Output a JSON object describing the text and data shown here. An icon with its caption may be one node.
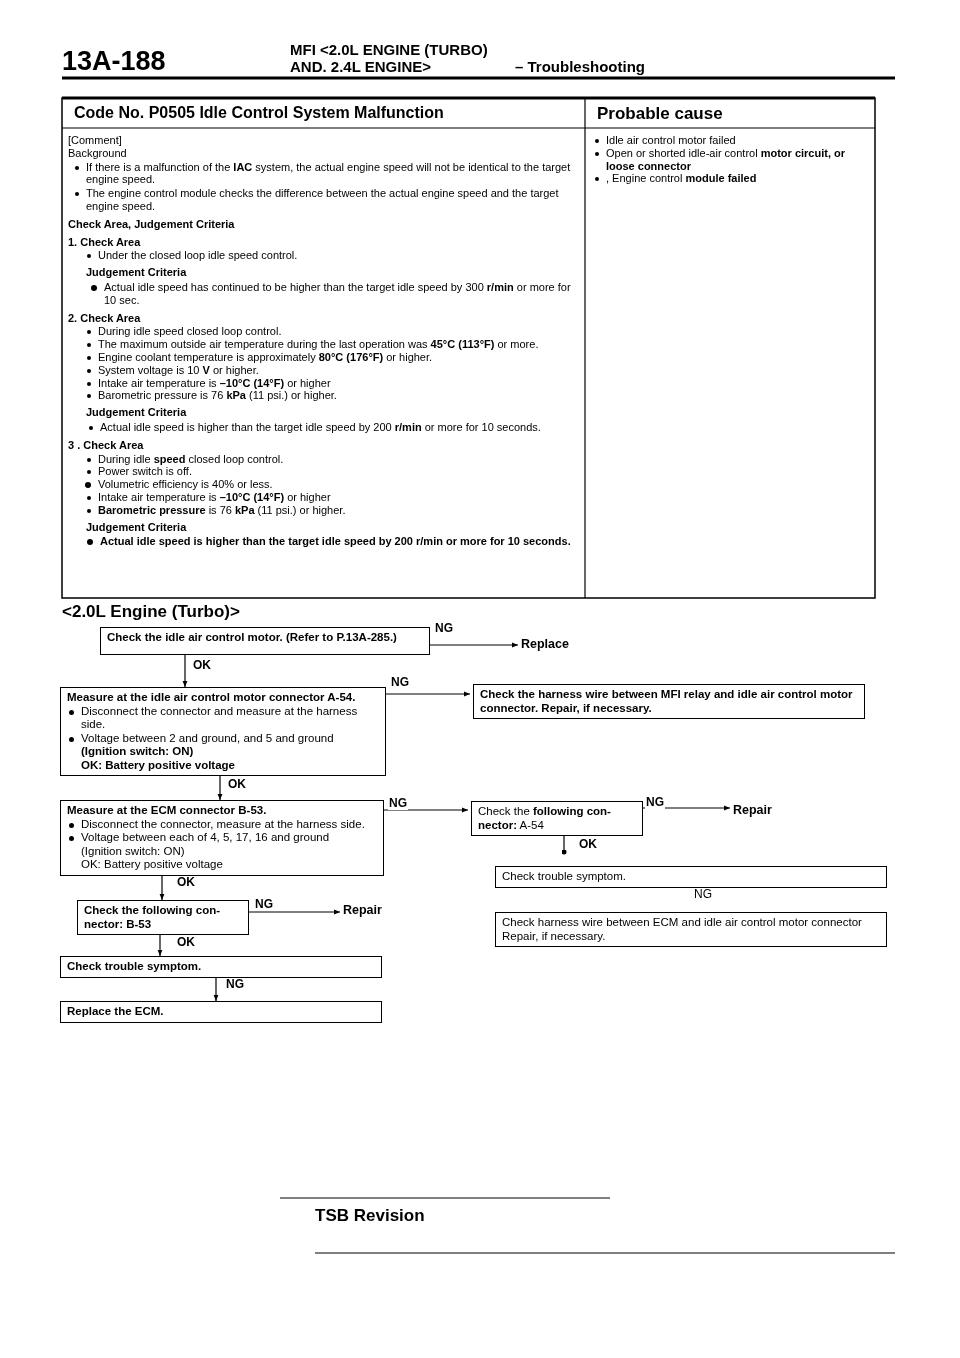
{
  "diagram": {
    "nodes": [
      {
        "text": [
          "Check the idle air control motor. (Refer to P.13A-285.)"
        ]
      },
      {
        "text": [
          "Replace"
        ]
      },
      {
        "text": [
          "Measure at the idle air control motor connector A-54.",
          "Disconnect the connector and measure at the harness side.",
          "Voltage between 2 and ground, and 5 and ground",
          "(Ignition switch: ON)",
          "OK: Battery positive voltage"
        ]
      },
      {
        "text": [
          "Check the harness wire between MFI relay and idle air control motor connector. Repair, if necessary."
        ]
      },
      {
        "text": [
          "Measure at the ECM connector B-53.",
          "Disconnect the connector, measure at the harness side.",
          "Voltage between each of 4, 5, 17, 16 and ground",
          "(Ignition switch: ON)",
          "OK: Battery positive voltage"
        ]
      },
      {
        "text": [
          "Check the **following con- nector:** A-54"
        ]
      },
      {
        "text": [
          "Repair"
        ]
      },
      {
        "text": [
          "Check trouble symptom."
        ]
      },
      {
        "text": [
          "Check harness wire between ECM and idle air control motor connector Repair, if necessary."
        ]
      },
      {
        "text": [
          "Check the following con- nector: B-53"
        ]
      },
      {
        "text": [
          "Repair"
        ]
      },
      {
        "text": [
          "Check trouble symptom."
        ]
      },
      {
        "text": [
          "Replace the ECM."
        ]
      }
    ],
    "edges": [
      {
        "from": 0,
        "to": 1,
        "arrow": "to",
        "label": "NG"
      },
      {
        "from": 0,
        "to": 2,
        "arrow": "to",
        "label": "OK"
      },
      {
        "from": 2,
        "to": 3,
        "arrow": "to",
        "label": "NG"
      },
      {
        "from": 2,
        "to": 4,
        "arrow": "to",
        "label": "OK"
      },
      {
        "from": 4,
        "to": 5,
        "arrow": "to",
        "label": "NG"
      },
      {
        "from": 5,
        "to": 7,
        "arrow": "other",
        "label": "OK"
      },
      {
        "from": 5,
        "to": 6,
        "arrow": "to",
        "label": "NG"
      },
      {
        "from": 4,
        "to": 9,
        "arrow": "to",
        "label": "OK"
      },
      {
        "from": 9,
        "to": 10,
        "arrow": "to",
        "label": "NG"
      },
      {
        "from": 9,
        "to": 11,
        "arrow": "to",
        "label": "OK"
      },
      {
        "from": 11,
        "to": 12,
        "arrow": "to",
        "label": "NG"
      }
    ],
    "labels": [
      "13A-188",
      "MFI <2.0L ENGINE (TURBO)",
      "AND. 2.4L ENGINE>",
      "– Troubleshooting",
      "Code No. P0505 Idle Control System Malfunction",
      "Probable cause",
      "[Comment]",
      "Background",
      "If there is a malfunction of the **IAC** system, the actual engine speed will not be identical to the target engine speed.",
      "The engine control module checks the difference between the actual engine speed and the target engine speed.",
      "Check Area, Judgement Criteria",
      "1. Check Area",
      "Under the closed loop idle speed control.",
      "Judgement Criteria",
      "Actual idle speed has continued to be higher than the target idle speed by 300 **r/min** or more for 10 sec.",
      "2. Check Area",
      "During idle speed closed loop control.",
      "The maximum outside air temperature during the last operation was **45°C (113°F)** or more.",
      "Engine coolant temperature is approximately **80°C (176°F)** or higher.",
      "System voltage is 10 **V** or higher.",
      "Intake air temperature is **–10°C (14°F)** or higher",
      "Barometric pressure is 76 **kPa** (11 psi.) or higher.",
      "Judgement Criteria",
      "Actual idle speed is higher than the target idle speed by 200 **r/min** or more for 10 seconds.",
      "3 . Check Area",
      "During idle **speed** closed loop control.",
      "Power switch is off.",
      "Volumetric efficiency is 40% or less.",
      "Intake air temperature is **–10°C (14°F)** or higher",
      "**Barometric pressure** is 76 **kPa** (11 psi.) or higher.",
      "Judgement Criteria",
      "Actual idle speed is higher than the target idle speed by 200 r/min or more for 10 seconds.",
      "Idle air control motor failed",
      "Open or shorted idle-air control **motor circuit, or loose connector**",
      ", Engine control **module failed**",
      "<2.0L Engine (Turbo)>",
      "NG",
      "TSB Revision"
    ]
  }
}
